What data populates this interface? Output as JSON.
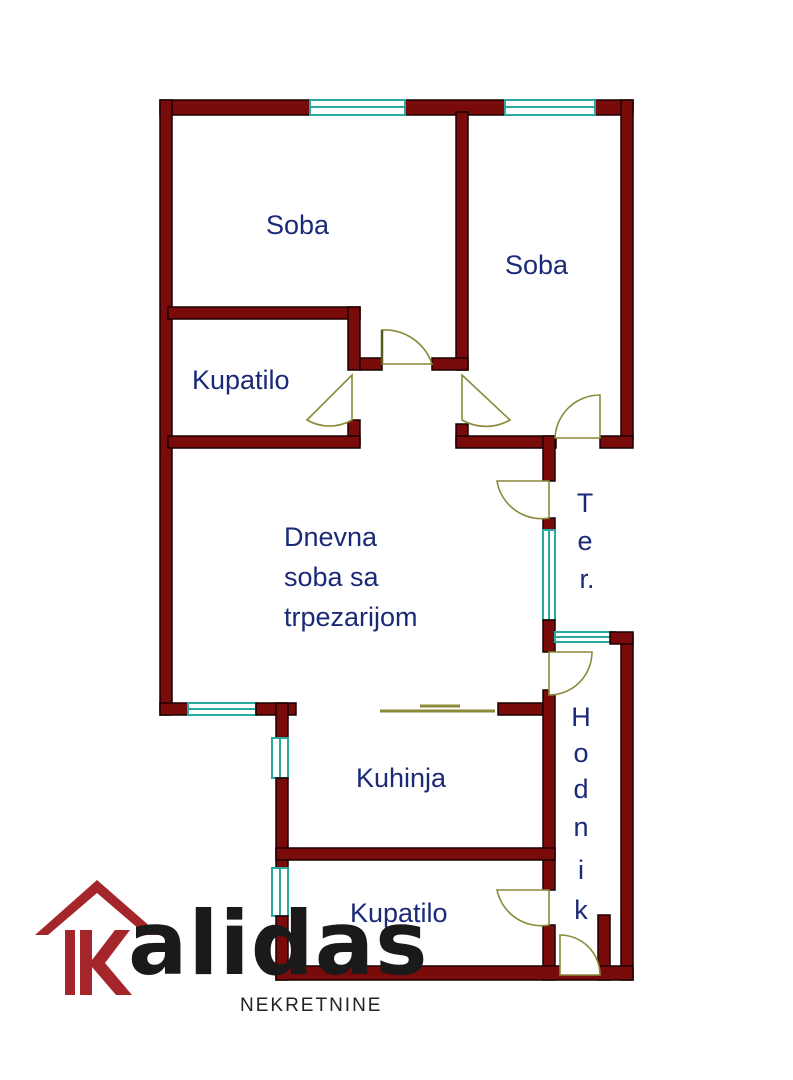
{
  "colors": {
    "wall": "#7a0b0b",
    "window": "#2aa9a0",
    "door": "#8a8a3a",
    "label": "#1b2a78",
    "logo_red": "#a5262a",
    "logo_dark": "#1a1a1a"
  },
  "rooms": {
    "soba_1": "Soba",
    "soba_2": "Soba",
    "kupatilo_1": "Kupatilo",
    "dnevna_1": "Dnevna",
    "dnevna_2": "soba sa",
    "dnevna_3": "trpezarijom",
    "kuhinja": "Kuhinja",
    "kupatilo_2": "Kupatilo"
  },
  "terasa_letters": [
    "T",
    "e",
    "r."
  ],
  "hodnik_letters": [
    "H",
    "o",
    "d",
    "n",
    "i",
    "k"
  ],
  "logo": {
    "name": "Kalidas",
    "subtitle": "NEKRETNINE"
  }
}
